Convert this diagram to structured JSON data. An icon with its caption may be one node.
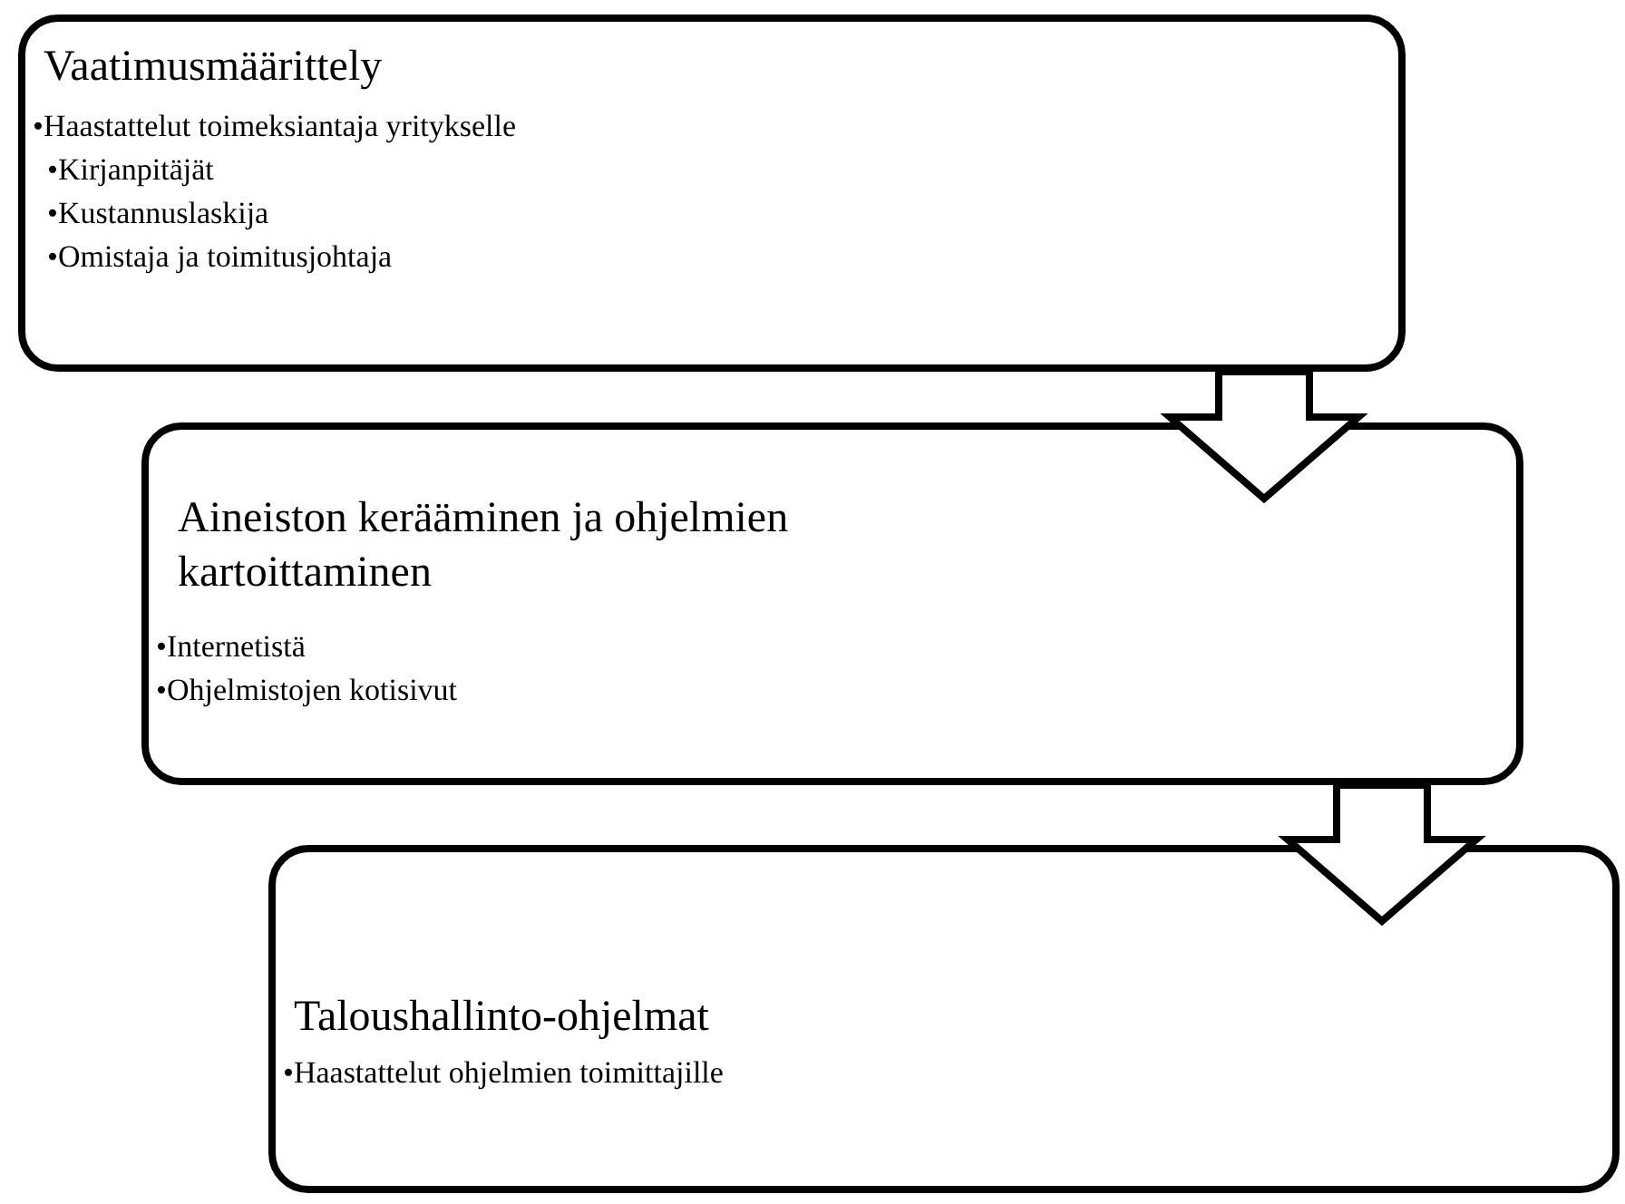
{
  "diagram": {
    "nodes": [
      {
        "text": [
          "Vaatimusmäärittely",
          "•Haastattelut toimeksiantaja yritykselle",
          "•Kirjanpitäjät",
          "•Kustannuslaskija",
          "•Omistaja ja toimitusjohtaja"
        ]
      },
      {
        "text": [
          "Aineiston kerääminen ja ohjelmien kartoittaminen",
          "•Internetistä",
          "•Ohjelmistojen kotisivut"
        ]
      },
      {
        "text": [
          "Taloushallinto-ohjelmat",
          "•Haastattelut ohjelmien toimittajille"
        ]
      }
    ],
    "edges": [
      {
        "from": 0,
        "to": 1,
        "arrow": "to"
      },
      {
        "from": 1,
        "to": 2,
        "arrow": "to"
      }
    ]
  }
}
